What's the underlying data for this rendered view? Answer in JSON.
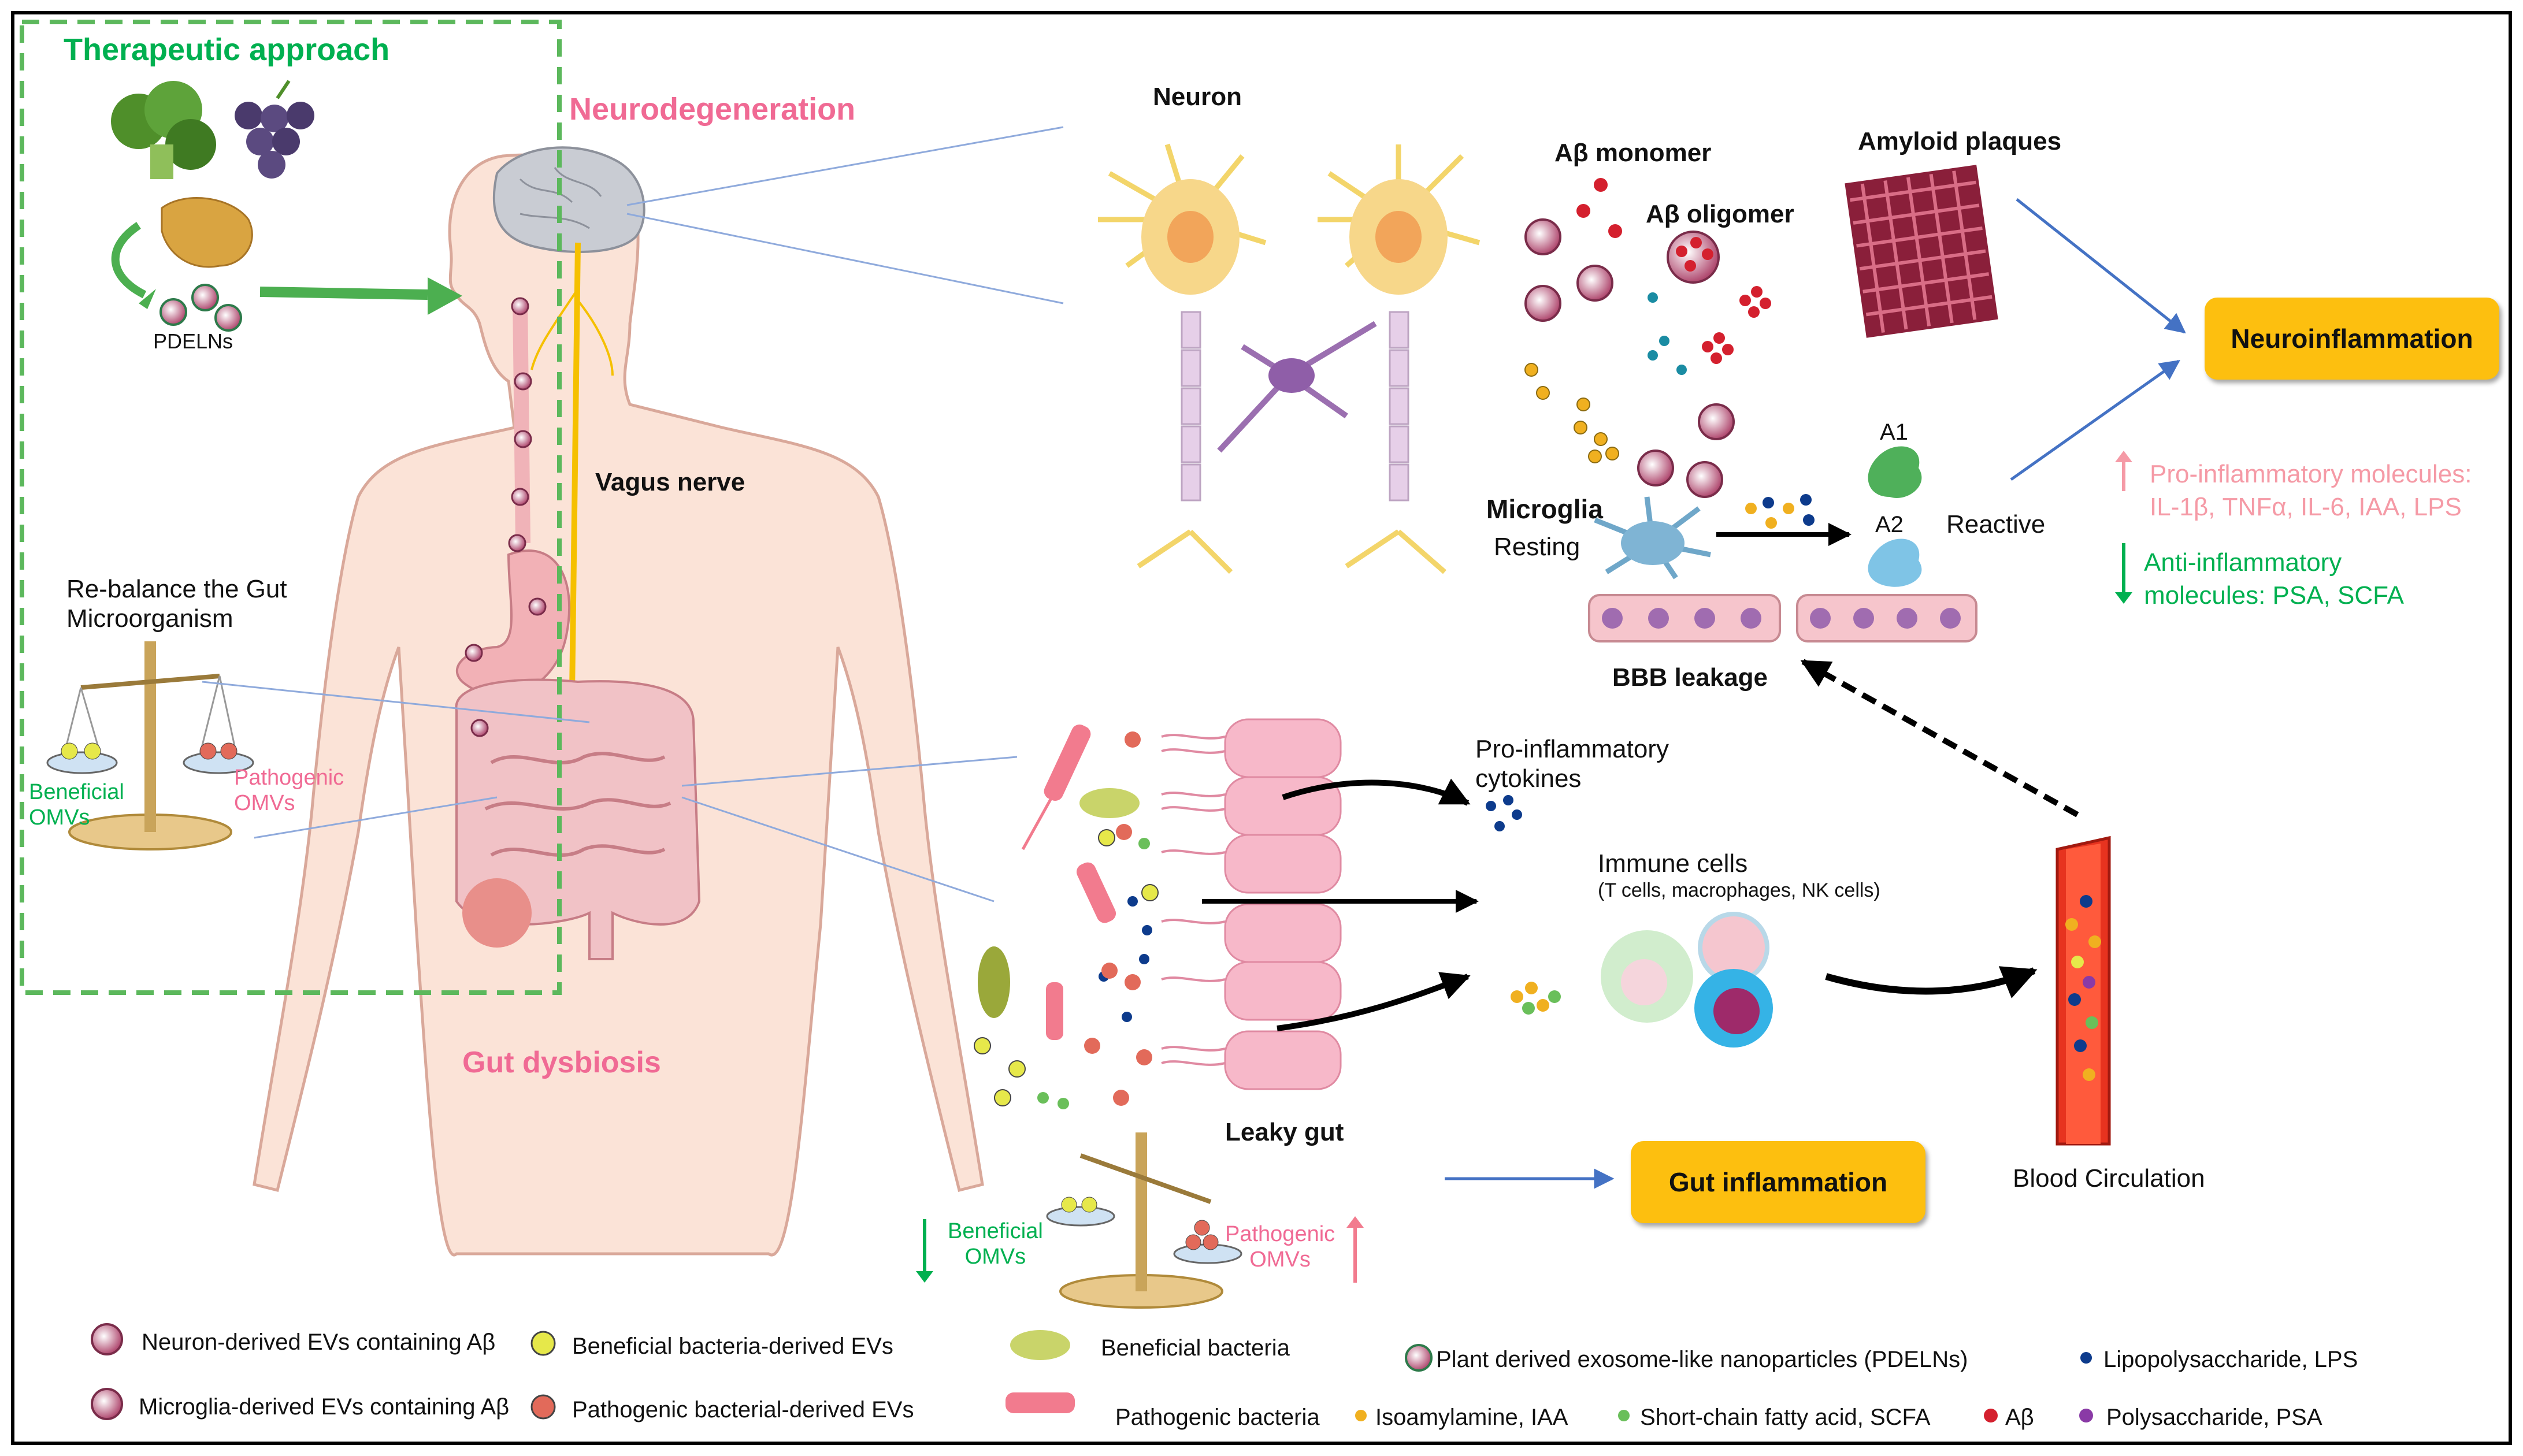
{
  "colors": {
    "accent_green": "#00b050",
    "accent_pink": "#f06a94",
    "box_yellow": "#fdbf0f",
    "connector_blue": "#8faadc",
    "arrow_blue": "#4472c4"
  },
  "therapy": {
    "title": "Therapeutic approach",
    "pdelns": "PDELNs"
  },
  "brain": {
    "title": "Neurodegeneration",
    "vagus": "Vagus nerve"
  },
  "gut": {
    "rebalance": "Re-balance the Gut\nMicroorganism",
    "beneficial_omvs": "Beneficial\nOMVs",
    "pathogenic_omvs": "Pathogenic\nOMVs",
    "title": "Gut dysbiosis"
  },
  "neuro": {
    "neuron": "Neuron",
    "ab_monomer": "Aβ monomer",
    "ab_oligomer": "Aβ oligomer",
    "amyloid_plaques": "Amyloid plaques",
    "neuroinflammation": "Neuroinflammation",
    "microglia": "Microglia",
    "resting": "Resting",
    "a1": "A1",
    "a2": "A2",
    "reactive": "Reactive",
    "bbb": "BBB leakage",
    "pro_inflammatory": "Pro-inflammatory molecules:\nIL-1β, TNFα, IL-6, IAA, LPS",
    "anti_inflammatory": "Anti-inflammatory\nmolecules: PSA, SCFA"
  },
  "gut_detail": {
    "pro_cytokines": "Pro-inflammatory\ncytokines",
    "immune_cells": "Immune cells",
    "immune_sub": "(T cells, macrophages, NK cells)",
    "leaky_gut": "Leaky gut",
    "gut_inflammation": "Gut inflammation",
    "blood": "Blood Circulation",
    "beneficial_omvs": "Beneficial\nOMVs",
    "pathogenic_omvs": "Pathogenic\nOMVs"
  },
  "legend": {
    "neuron_evs": "Neuron-derived EVs containing Aβ",
    "microglia_evs": "Microglia-derived EVs containing Aβ",
    "beneficial_evs": "Beneficial bacteria-derived EVs",
    "pathogenic_evs": "Pathogenic bacterial-derived EVs",
    "beneficial_bacteria": "Beneficial bacteria",
    "pathogenic_bacteria": "Pathogenic bacteria",
    "pdelns": "Plant derived exosome-like nanoparticles (PDELNs)",
    "iaa": "Isoamylamine, IAA",
    "scfa": "Short-chain fatty acid, SCFA",
    "ab": "Aβ",
    "lps": "Lipopolysaccharide, LPS",
    "psa": "Polysaccharide, PSA"
  }
}
